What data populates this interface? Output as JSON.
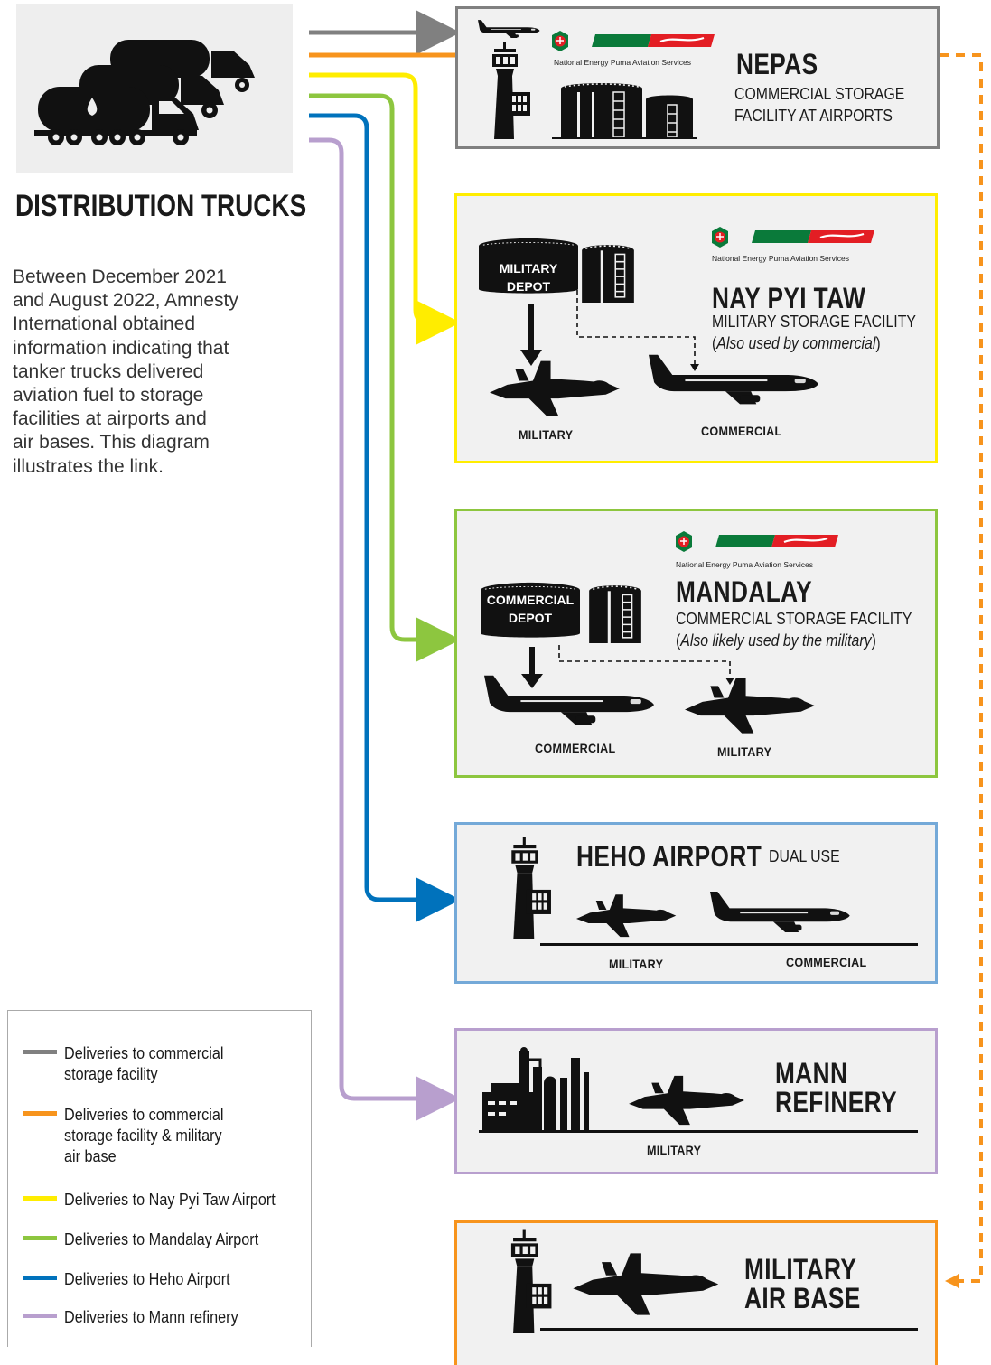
{
  "source": {
    "title": "DISTRIBUTION TRUCKS",
    "description": "Between December 2021 and August 2022, Amnesty International obtained information indicating that tanker trucks delivered aviation fuel to storage facilities at airports and air bases. This diagram illustrates the link.",
    "description_lines": [
      "Between December 2021",
      "and August 2022, Amnesty",
      "International obtained",
      "information indicating that",
      "tanker trucks delivered",
      "aviation fuel to storage",
      "facilities at airports and",
      "air bases. This diagram",
      "illustrates the link."
    ]
  },
  "colors": {
    "grey": "#808080",
    "orange": "#f7941d",
    "yellow": "#ffed00",
    "green": "#8dc63f",
    "blue": "#0072bc",
    "purple": "#b89fce",
    "heho_border": "#74a9d8",
    "purple_border": "#b89fce"
  },
  "logo": {
    "brand": "PUMA",
    "tagline": "National Energy Puma Aviation Services"
  },
  "nepas": {
    "title": "NEPAS",
    "subtitle_line1": "COMMERCIAL STORAGE",
    "subtitle_line2": "FACILITY AT AIRPORTS"
  },
  "naypyitaw": {
    "title": "NAY PYI TAW",
    "subtitle": "MILITARY STORAGE FACILITY",
    "note": "Also used by commercial",
    "depot_line1": "MILITARY",
    "depot_line2": "DEPOT",
    "left_caption": "MILITARY",
    "right_caption": "COMMERCIAL"
  },
  "mandalay": {
    "title": "MANDALAY",
    "subtitle": "COMMERCIAL STORAGE FACILITY",
    "note": "Also likely used by the military",
    "depot_line1": "COMMERCIAL",
    "depot_line2": "DEPOT",
    "left_caption": "COMMERCIAL",
    "right_caption": "MILITARY"
  },
  "heho": {
    "title": "HEHO AIRPORT",
    "tag": "DUAL USE",
    "left_caption": "MILITARY",
    "right_caption": "COMMERCIAL"
  },
  "mann": {
    "title_line1": "MANN",
    "title_line2": "REFINERY",
    "caption": "MILITARY"
  },
  "airbase": {
    "title_line1": "MILITARY",
    "title_line2": "AIR BASE"
  },
  "legend": [
    {
      "color": "#808080",
      "lines": [
        "Deliveries to commercial",
        "storage facility"
      ]
    },
    {
      "color": "#f7941d",
      "lines": [
        "Deliveries to commercial",
        "storage facility & military",
        "air base"
      ]
    },
    {
      "color": "#ffed00",
      "lines": [
        "Deliveries to Nay Pyi Taw Airport"
      ]
    },
    {
      "color": "#8dc63f",
      "lines": [
        "Deliveries to Mandalay Airport"
      ]
    },
    {
      "color": "#0072bc",
      "lines": [
        "Deliveries to Heho Airport"
      ]
    },
    {
      "color": "#b89fce",
      "lines": [
        "Deliveries to Mann refinery"
      ]
    }
  ]
}
